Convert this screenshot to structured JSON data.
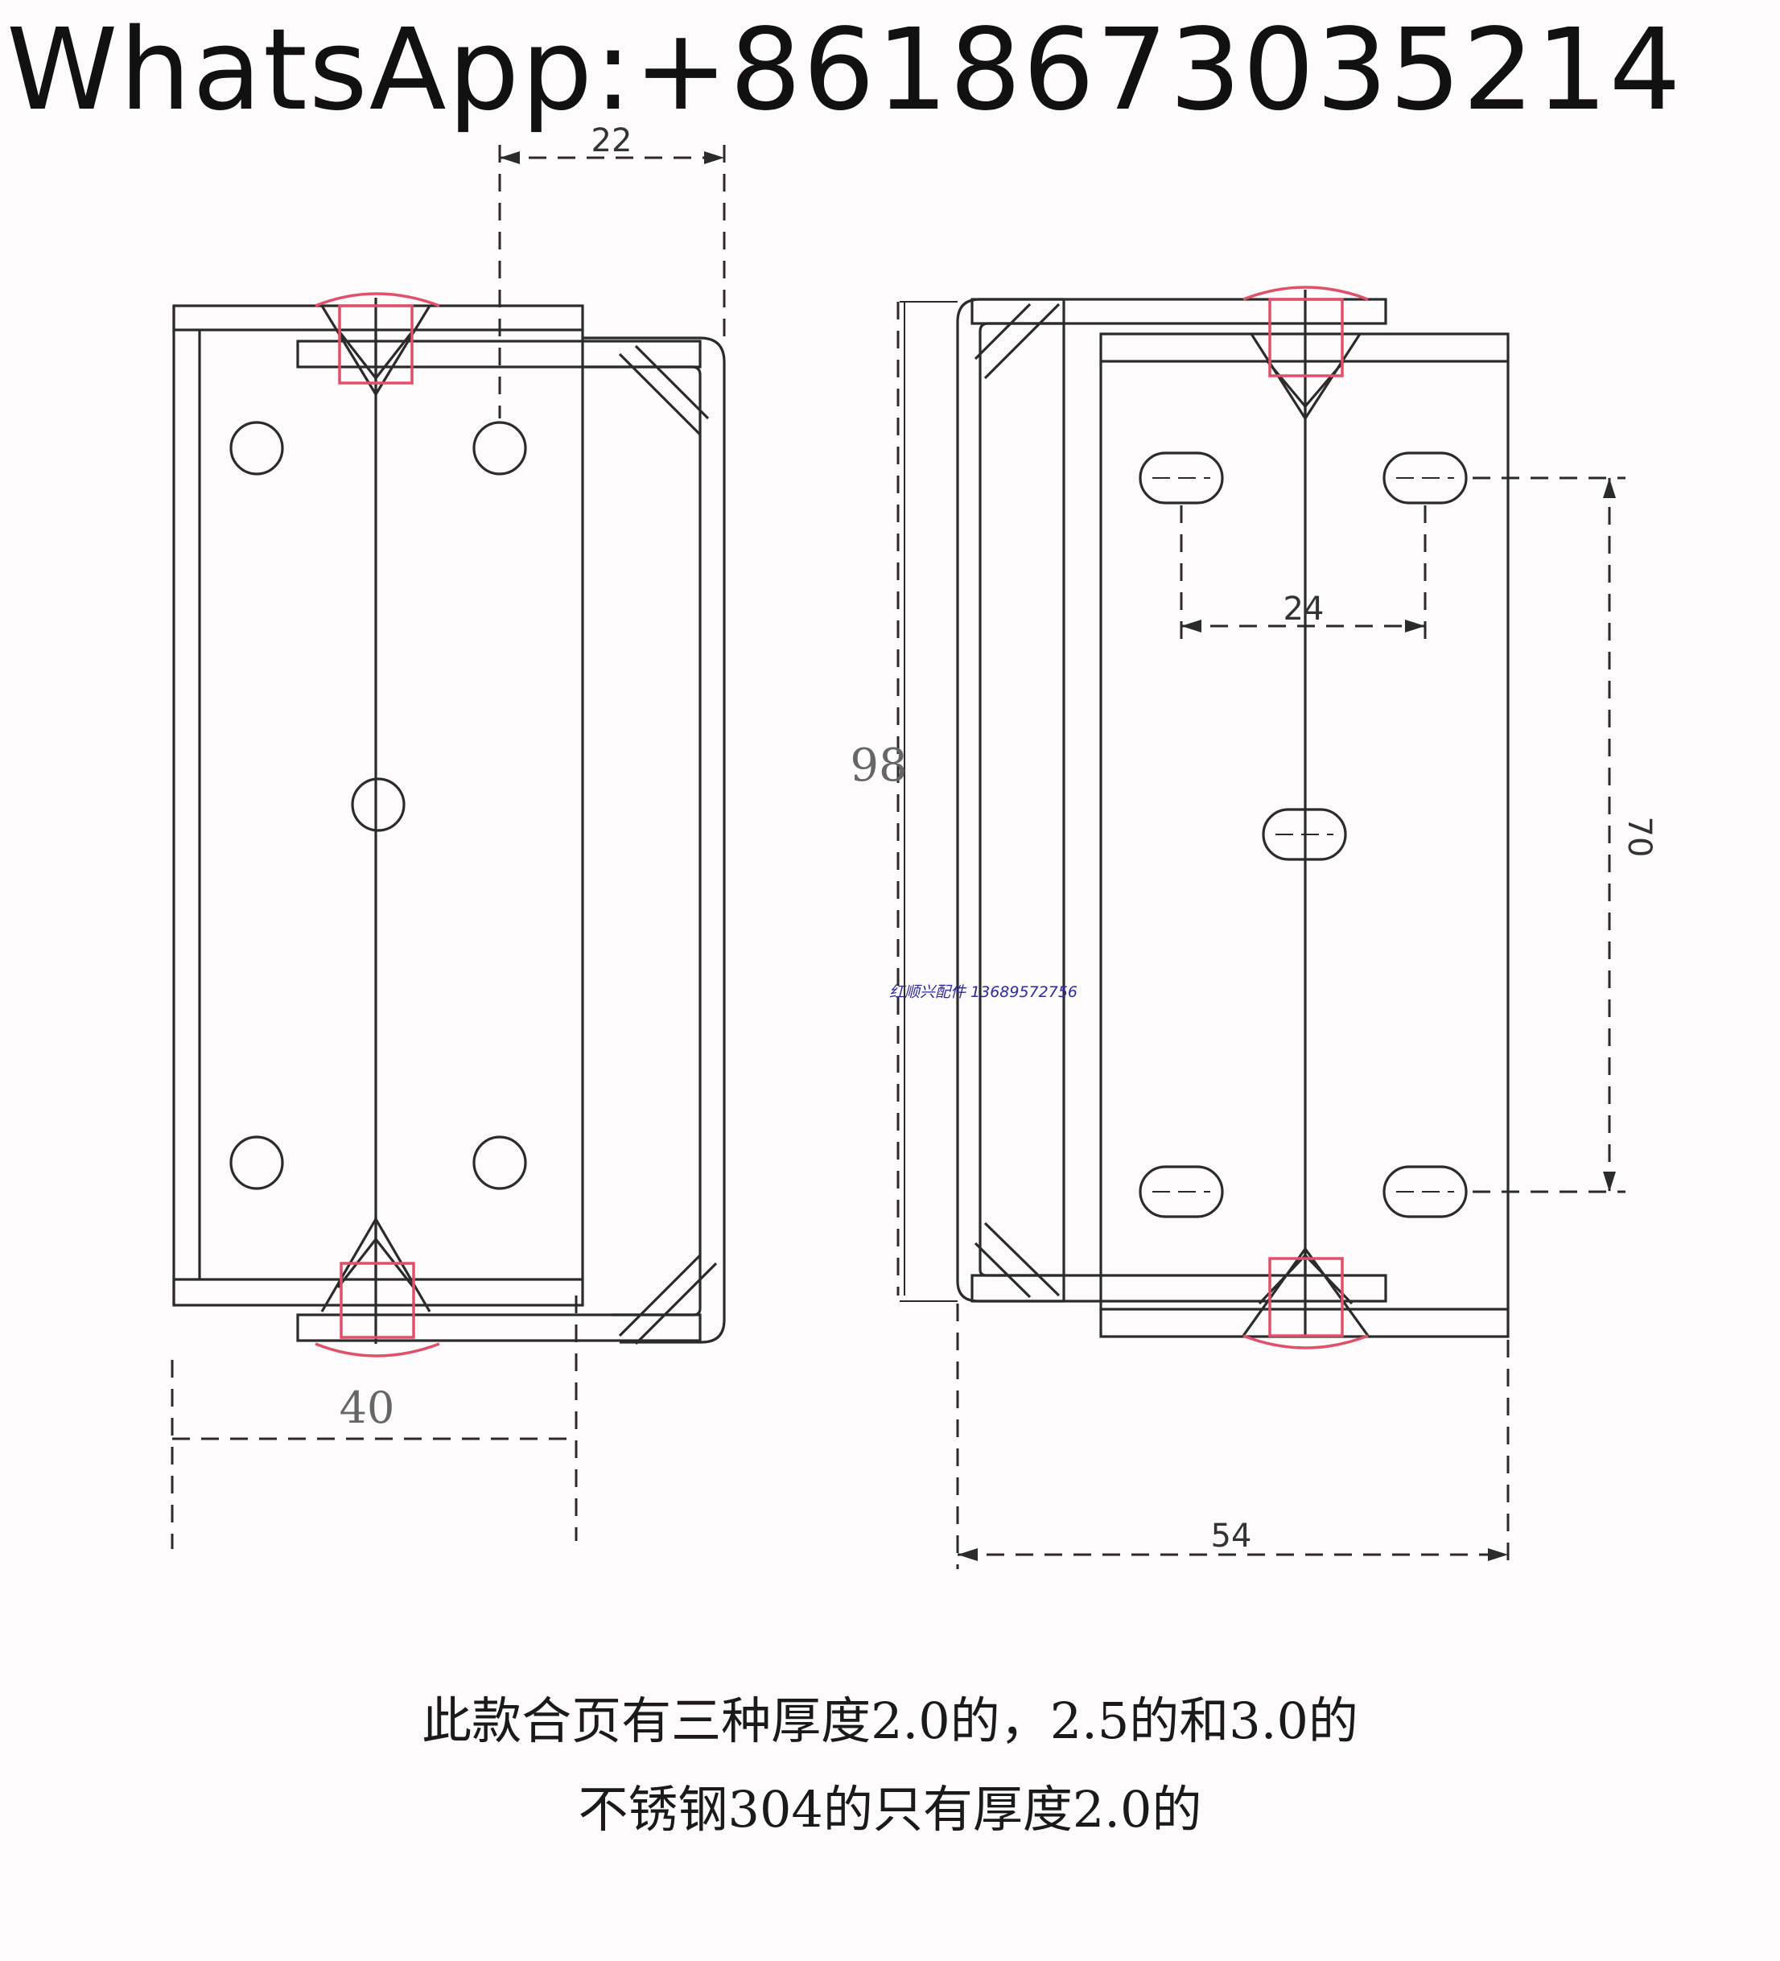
{
  "banner": {
    "text": "WhatsApp:+8618673035214"
  },
  "dimensions": {
    "left_view": {
      "hole_offset": "22",
      "width": "40"
    },
    "right_view": {
      "height": "98",
      "slot_spacing": "24",
      "slot_pitch": "70",
      "width": "54"
    }
  },
  "watermark": {
    "text": "红顺兴配件 13689572756"
  },
  "notes": {
    "line1": "此款合页有三种厚度2.0的，2.5的和3.0的",
    "line2": "不锈钢304的只有厚度2.0的"
  },
  "colors": {
    "line": "#2b2b2b",
    "pin_highlight": "#e0506a",
    "watermark": "#2c2ca0"
  }
}
